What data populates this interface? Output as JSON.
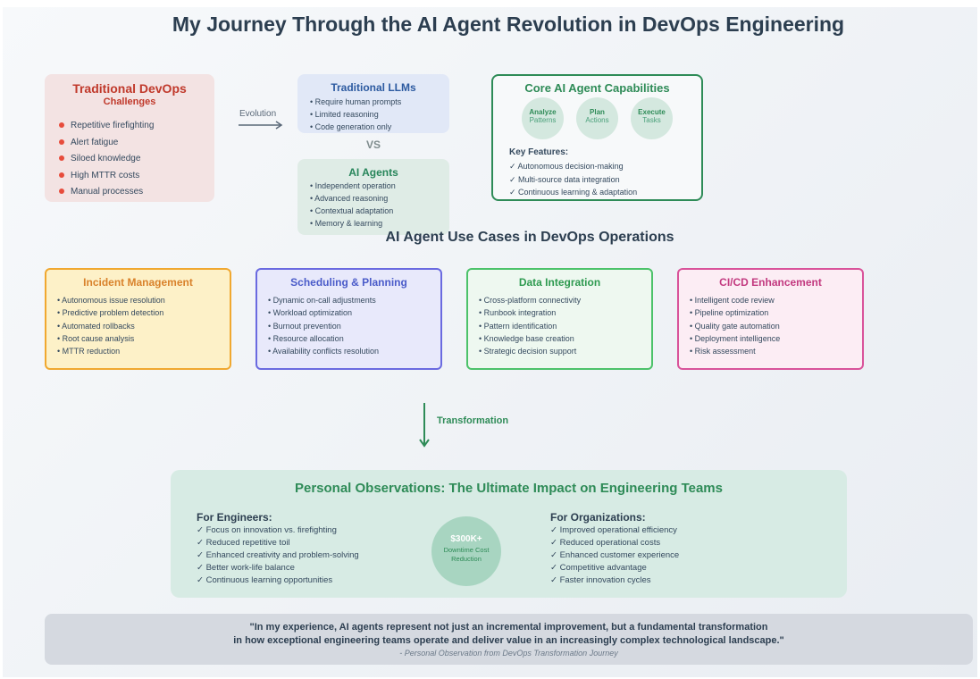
{
  "title": "My Journey Through the AI Agent Revolution in DevOps Engineering",
  "traditional_devops": {
    "title": "Traditional DevOps",
    "subtitle": "Challenges",
    "items": [
      "Repetitive firefighting",
      "Alert fatigue",
      "Siloed knowledge",
      "High MTTR costs",
      "Manual processes"
    ]
  },
  "evolution_label": "Evolution",
  "traditional_llms": {
    "title": "Traditional LLMs",
    "items": [
      "• Require human prompts",
      "• Limited reasoning",
      "• Code generation only"
    ]
  },
  "vs_label": "VS",
  "ai_agents": {
    "title": "AI Agents",
    "items": [
      "• Independent operation",
      "• Advanced reasoning",
      "• Contextual adaptation",
      "• Memory & learning"
    ]
  },
  "core_capabilities": {
    "title": "Core AI Agent Capabilities",
    "circles": [
      {
        "main": "Analyze",
        "sub": "Patterns"
      },
      {
        "main": "Plan",
        "sub": "Actions"
      },
      {
        "main": "Execute",
        "sub": "Tasks"
      }
    ],
    "key_features_title": "Key Features:",
    "key_features": [
      "✓ Autonomous decision-making",
      "✓ Multi-source data integration",
      "✓ Continuous learning & adaptation"
    ]
  },
  "use_cases_title": "AI Agent Use Cases in DevOps Operations",
  "use_cases": [
    {
      "title": "Incident Management",
      "items": [
        "• Autonomous issue resolution",
        "• Predictive problem detection",
        "• Automated rollbacks",
        "• Root cause analysis",
        "• MTTR reduction"
      ],
      "border": "#f0a830",
      "bg": "#fdf1c8",
      "title_color": "#d9822b"
    },
    {
      "title": "Scheduling & Planning",
      "items": [
        "• Dynamic on-call adjustments",
        "• Workload optimization",
        "• Burnout prevention",
        "• Resource allocation",
        "• Availability conflicts resolution"
      ],
      "border": "#6a6ae0",
      "bg": "#e8e9fb",
      "title_color": "#4a5bc9"
    },
    {
      "title": "Data Integration",
      "items": [
        "• Cross-platform connectivity",
        "• Runbook integration",
        "• Pattern identification",
        "• Knowledge base creation",
        "• Strategic decision support"
      ],
      "border": "#4cc26a",
      "bg": "#eef8f0",
      "title_color": "#2e9a50"
    },
    {
      "title": "CI/CD Enhancement",
      "items": [
        "• Intelligent code review",
        "• Pipeline optimization",
        "• Quality gate automation",
        "• Deployment intelligence",
        "• Risk assessment"
      ],
      "border": "#d9539a",
      "bg": "#fcedf4",
      "title_color": "#c2397f"
    }
  ],
  "transformation_label": "Transformation",
  "observations": {
    "title": "Personal Observations: The Ultimate Impact on Engineering Teams",
    "engineers_title": "For Engineers:",
    "engineers": [
      "✓ Focus on innovation vs. firefighting",
      "✓ Reduced repetitive toil",
      "✓ Enhanced creativity and problem-solving",
      "✓ Better work-life balance",
      "✓ Continuous learning opportunities"
    ],
    "stat_value": "$300K+",
    "stat_line1": "Downtime Cost",
    "stat_line2": "Reduction",
    "organizations_title": "For Organizations:",
    "organizations": [
      "✓ Improved operational efficiency",
      "✓ Reduced operational costs",
      "✓ Enhanced customer experience",
      "✓ Competitive advantage",
      "✓ Faster innovation cycles"
    ]
  },
  "quote": {
    "line1": "\"In my experience, AI agents represent not just an incremental improvement, but a fundamental transformation",
    "line2": "in how exceptional engineering teams operate and deliver value in an increasingly complex technological landscape.\"",
    "attribution": "- Personal Observation from DevOps Transformation Journey"
  },
  "colors": {
    "red": "#c0392b",
    "green": "#2e8b57",
    "blue": "#2c5aa0"
  }
}
